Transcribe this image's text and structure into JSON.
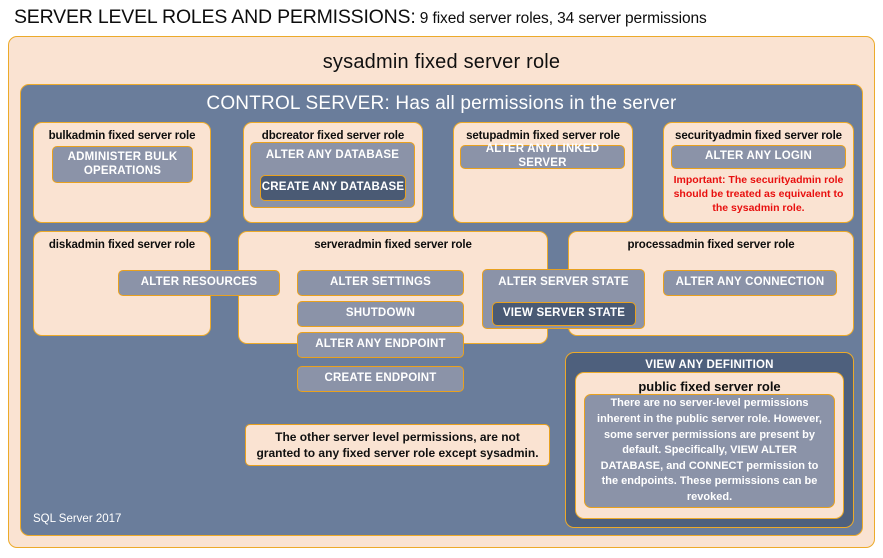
{
  "title": {
    "strong": "SERVER LEVEL ROLES AND PERMISSIONS:",
    "rest": " 9 fixed server roles, 34 server permissions"
  },
  "sysadmin": {
    "label": "sysadmin fixed server role"
  },
  "control_server": {
    "label": "CONTROL SERVER: Has all permissions in the server"
  },
  "roles": {
    "bulkadmin": {
      "title": "bulkadmin fixed server role",
      "permission": "ADMINISTER  BULK OPERATIONS"
    },
    "dbcreator": {
      "title": "dbcreator fixed server role",
      "permission": "ALTER ANY DATABASE",
      "nested_permission": "CREATE ANY DATABASE"
    },
    "setupadmin": {
      "title": "setupadmin fixed server role",
      "permission": "ALTER ANY LINKED SERVER"
    },
    "securityadmin": {
      "title": "securityadmin fixed server role",
      "permission": "ALTER ANY LOGIN",
      "warning": "Important: The securityadmin role should be treated as equivalent to the sysadmin role."
    },
    "diskadmin": {
      "title": "diskadmin fixed server role",
      "permission": "ALTER RESOURCES"
    },
    "serveradmin": {
      "title": "serveradmin fixed server role",
      "permissions": [
        "ALTER SETTINGS",
        "SHUTDOWN",
        "ALTER ANY ENDPOINT",
        "CREATE ENDPOINT"
      ],
      "server_state": "ALTER SERVER STATE",
      "server_state_nested": "VIEW SERVER STATE"
    },
    "processadmin": {
      "title": "processadmin fixed server role",
      "permission": "ALTER ANY CONNECTION"
    },
    "public": {
      "outer_permission": "VIEW ANY DEFINITION",
      "title": "public fixed server role",
      "description": "There are no server-level permissions inherent in the public server role. However, some server permissions are present by default. Specifically, VIEW ALTER DATABASE, and CONNECT permission to the endpoints. These permissions can be revoked."
    }
  },
  "notes": {
    "other_permissions": "The other server level permissions, are not granted to any fixed server role except sysadmin."
  },
  "footer": {
    "label": "SQL Server 2017"
  },
  "colors": {
    "peach": "#fae3d2",
    "gold_border": "#ecaa2a",
    "slate": "#6a7d9b",
    "slate_dark": "#4e607d",
    "permission_fill": "#8b93a8",
    "permission_nested_fill": "#4a5a74",
    "warning_red": "#e8100f"
  }
}
